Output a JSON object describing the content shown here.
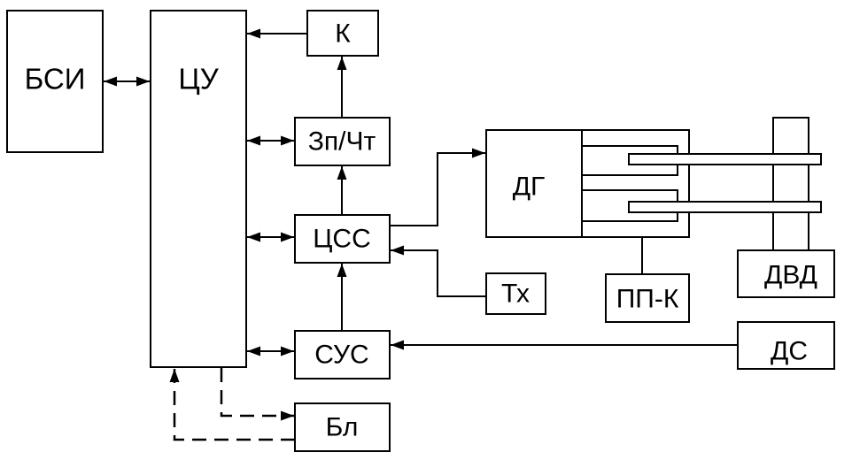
{
  "nodes": {
    "bsi": "БСИ",
    "cu": "ЦУ",
    "k": "К",
    "zp_cht": "Зп/Чт",
    "css": "ЦСС",
    "sus": "СУС",
    "bl": "Бл",
    "tx": "Тх",
    "dg": "ДГ",
    "pp_k": "ПП-К",
    "dvd": "ДВД",
    "ds": "ДС"
  }
}
